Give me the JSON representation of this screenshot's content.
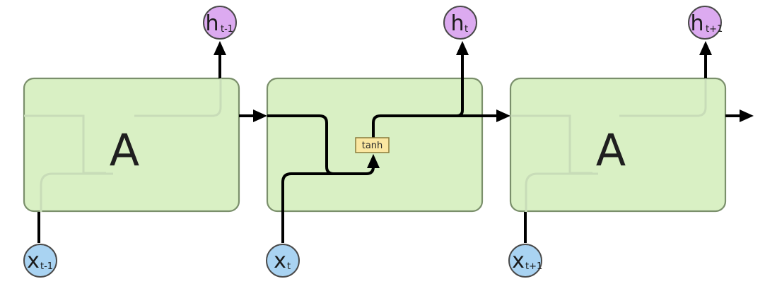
{
  "diagram": {
    "type": "rnn-unrolled",
    "colors": {
      "cell_fill": "#d9f0c4",
      "cell_border": "#7a8f6b",
      "hidden_node": "#dcaaf0",
      "input_node": "#a9d3f2",
      "activation_box": "#fbe7a1",
      "wire": "#000000"
    },
    "cells": [
      {
        "label": "A",
        "input": {
          "main": "x",
          "sub": "t-1"
        },
        "output": {
          "main": "h",
          "sub": "t-1"
        }
      },
      {
        "label": "",
        "activation": "tanh",
        "input": {
          "main": "x",
          "sub": "t"
        },
        "output": {
          "main": "h",
          "sub": "t"
        }
      },
      {
        "label": "A",
        "input": {
          "main": "x",
          "sub": "t+1"
        },
        "output": {
          "main": "h",
          "sub": "t+1"
        }
      }
    ]
  }
}
